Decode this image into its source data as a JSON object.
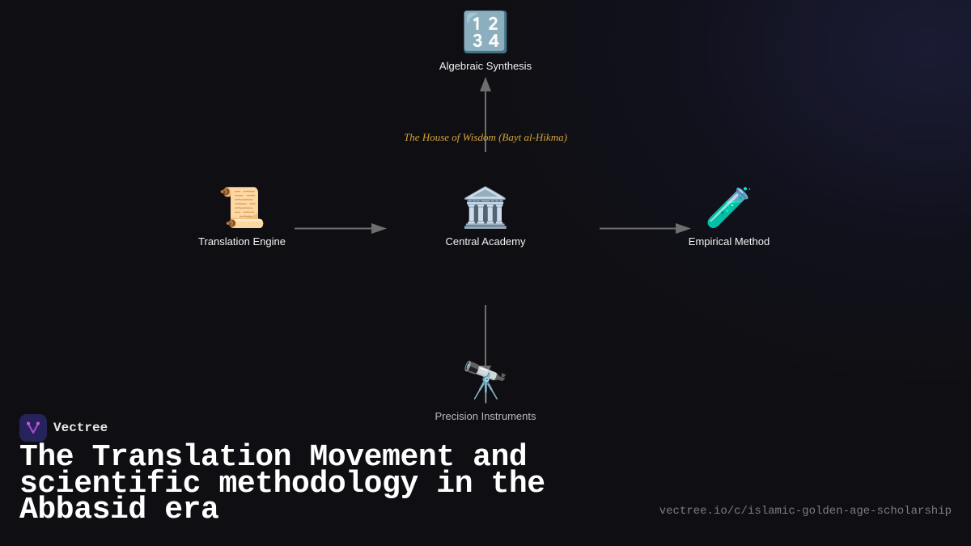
{
  "diagram": {
    "caption": "The House of Wisdom (Bayt al-Hikma)",
    "nodes": [
      {
        "id": "central",
        "label": "Central Academy",
        "icon": "classical-building-icon",
        "glyph": "🏛️"
      },
      {
        "id": "top",
        "label": "Algebraic Synthesis",
        "icon": "input-numbers-icon",
        "glyph": "🔢"
      },
      {
        "id": "left",
        "label": "Translation Engine",
        "icon": "scroll-icon",
        "glyph": "📜"
      },
      {
        "id": "right",
        "label": "Empirical Method",
        "icon": "test-tube-icon",
        "glyph": "🧪"
      },
      {
        "id": "bottom",
        "label": "Precision Instruments",
        "icon": "telescope-icon",
        "glyph": "🔭"
      }
    ],
    "edges": [
      {
        "from": "central",
        "to": "top"
      },
      {
        "from": "left",
        "to": "central"
      },
      {
        "from": "central",
        "to": "right"
      },
      {
        "from": "central",
        "to": "bottom"
      }
    ],
    "colors": {
      "edge": "#6e6e6e",
      "caption": "#d4a23a",
      "background": "#0f0f13"
    }
  },
  "brand": {
    "name": "Vectree",
    "logo_icon": "vectree-logo-icon",
    "logo_color": "#b04ad8"
  },
  "title": "The Translation Movement and scientific methodology in the Abbasid era",
  "url": "vectree.io/c/islamic-golden-age-scholarship"
}
